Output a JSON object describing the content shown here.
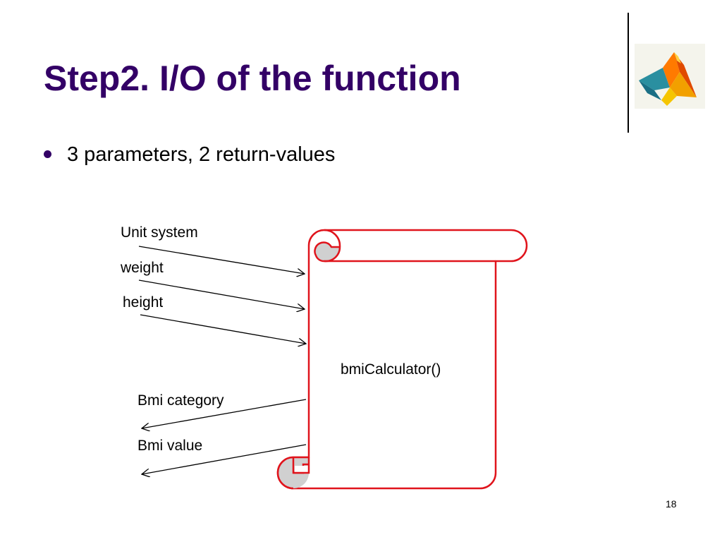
{
  "slide": {
    "title": "Step2. I/O of the function",
    "bullet": "3 parameters, 2 return-values",
    "page_number": "18"
  },
  "diagram": {
    "function_name": "bmiCalculator()",
    "inputs": [
      "Unit system",
      "weight",
      "height"
    ],
    "outputs": [
      "Bmi category",
      "Bmi value"
    ]
  },
  "colors": {
    "title": "#330066",
    "scroll_outline": "#e0141c",
    "scroll_curl_fill": "#d0d0d0"
  },
  "icons": {
    "logo": "matlab-membrane-logo"
  }
}
